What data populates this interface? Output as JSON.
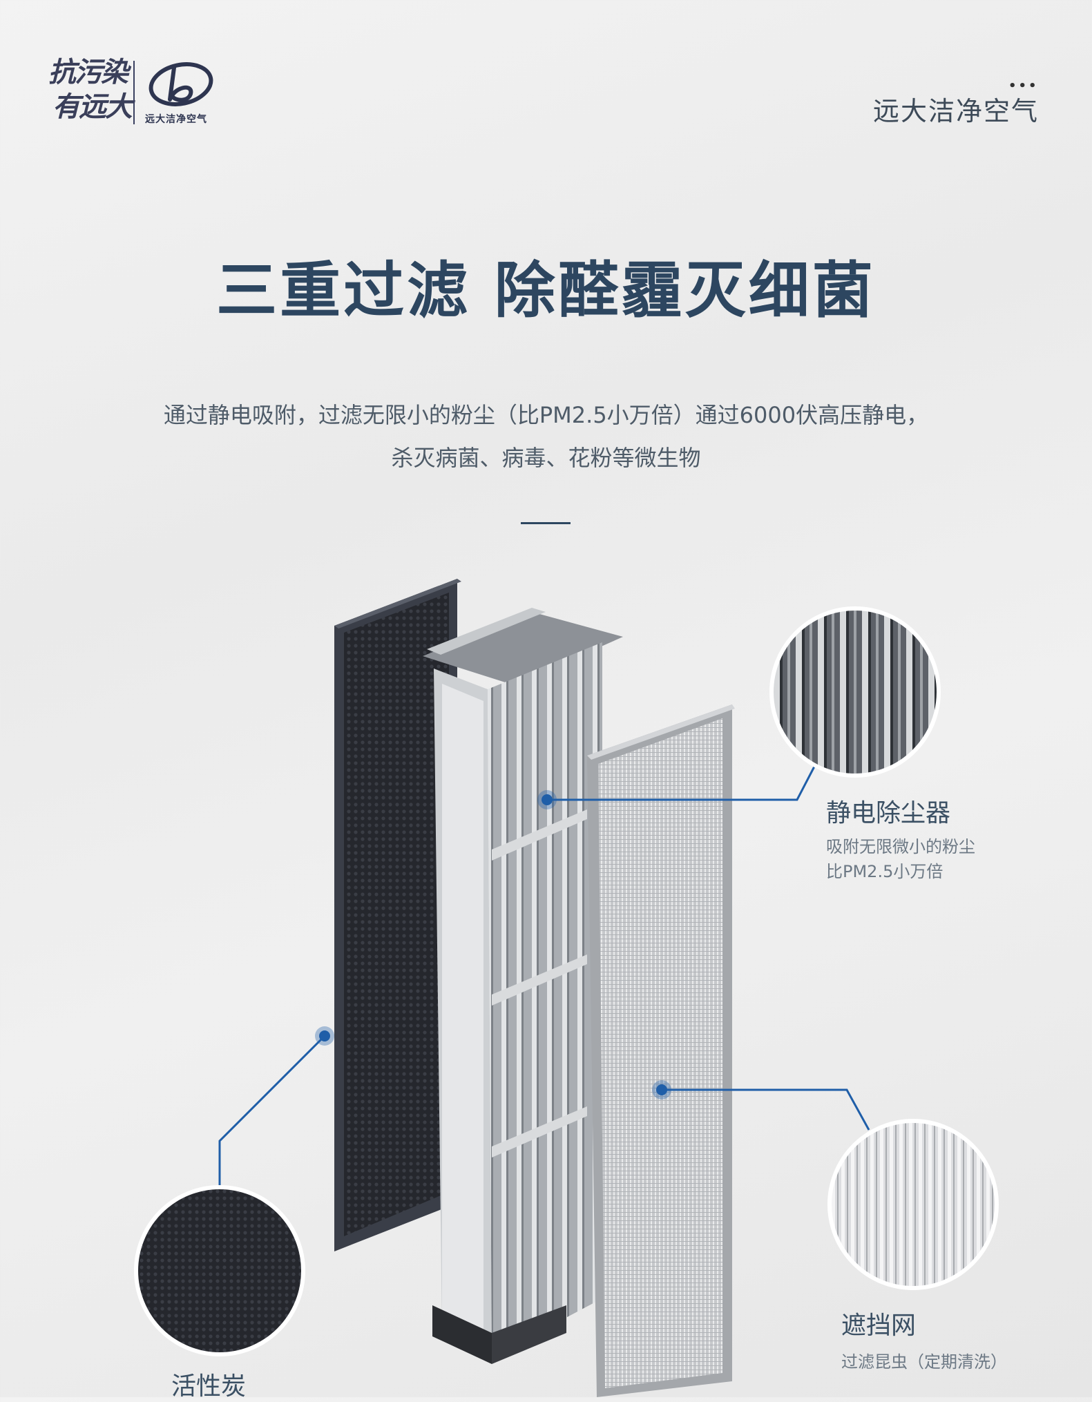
{
  "header": {
    "slogan_line1": "抗污染",
    "slogan_line2": "有远大",
    "logo_name": "远大洁净空气",
    "menu_icon": "more-dots-icon",
    "menu_dots": "•••",
    "brand_text": "远大洁净空气"
  },
  "headline": "三重过滤 除醛霾灭细菌",
  "description": {
    "line1": "通过静电吸附，过滤无限小的粉尘（比PM2.5小万倍）通过6000伏高压静电，",
    "line2": "杀灭病菌、病毒、花粉等微生物"
  },
  "callouts": {
    "electrostatic": {
      "title": "静电除尘器",
      "sub1": "吸附无限微小的粉尘",
      "sub2": "比PM2.5小万倍"
    },
    "carbon": {
      "title": "活性炭"
    },
    "mesh": {
      "title": "遮挡网",
      "sub": "过滤昆虫（定期清洗）"
    }
  },
  "colors": {
    "accent_blue": "#1f5ea8",
    "heading": "#2d4660",
    "carbon_dark": "#2a2c33",
    "metal": "#b9bcc0"
  }
}
